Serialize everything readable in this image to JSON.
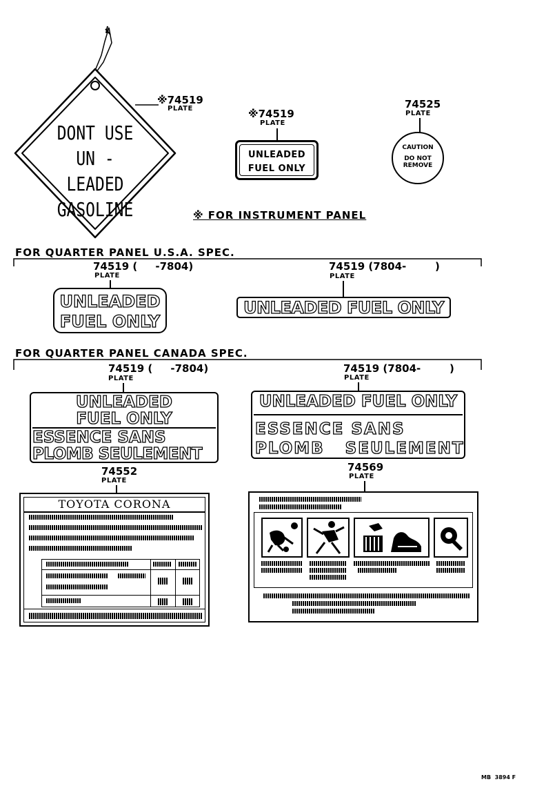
{
  "diamond_plate": {
    "part_no": "※74519",
    "plate": "PLATE",
    "lines": [
      "DONT USE",
      "UN - LEADED",
      "GASOLINE"
    ]
  },
  "instrument_plate": {
    "part_no": "※74519",
    "plate": "PLATE",
    "lines": [
      "UNLEADED",
      "FUEL ONLY"
    ]
  },
  "caution_plate": {
    "part_no": "74525",
    "plate": "PLATE",
    "lines": [
      "CAUTION",
      "DO  NOT",
      "REMOVE"
    ]
  },
  "instrument_note": "※ FOR INSTRUMENT PANEL",
  "usa_section": {
    "heading": "FOR QUARTER PANEL U.S.A. SPEC.",
    "left": {
      "part_no": "74519 (     -7804)",
      "plate": "PLATE",
      "lines": [
        "UNLEADED",
        "FUEL ONLY"
      ]
    },
    "right": {
      "part_no": "74519 (7804-        )",
      "plate": "PLATE",
      "lines": [
        "UNLEADED FUEL ONLY"
      ]
    }
  },
  "canada_section": {
    "heading": "FOR QUARTER PANEL CANADA SPEC.",
    "left": {
      "part_no": "74519 (     -7804)",
      "plate": "PLATE",
      "lines": [
        "UNLEADED",
        "FUEL ONLY",
        "ESSENCE SANS",
        "PLOMB SEULEMENT"
      ]
    },
    "right": {
      "part_no": "74519 (7804-        )",
      "plate": "PLATE",
      "lines": [
        "UNLEADED FUEL ONLY",
        "ESSENCE SANS",
        "PLOMB   SEULEMENT"
      ]
    }
  },
  "info_plate": {
    "part_no": "74552",
    "plate": "PLATE",
    "title": "TOYOTA  CORONA"
  },
  "warning_plate": {
    "part_no": "74569",
    "plate": "PLATE",
    "icons": [
      "hand-crank-icon",
      "person-jack-icon",
      "fire-hazard-icon",
      "gear-hazard-icon"
    ]
  },
  "figure_code": "MB  3894 F"
}
